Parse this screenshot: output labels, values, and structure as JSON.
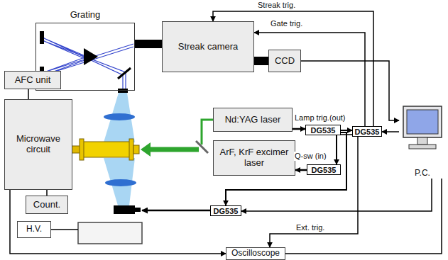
{
  "diagram": {
    "nodes": [
      {
        "text": [
          "Grating"
        ]
      },
      {
        "text": [
          "Streak camera"
        ]
      },
      {
        "text": [
          "CCD"
        ]
      },
      {
        "text": [
          "DG535"
        ]
      },
      {
        "text": [
          "Nd:YAG laser"
        ]
      },
      {
        "text": [
          "DG535"
        ]
      },
      {
        "text": [
          "ArF, KrF excimer laser"
        ]
      },
      {
        "text": [
          "DG535"
        ]
      },
      {
        "text": [
          "DG535"
        ]
      },
      {
        "text": [
          "AFC unit"
        ]
      },
      {
        "text": [
          "Microwave circuit"
        ]
      },
      {
        "text": [
          "Count."
        ]
      },
      {
        "text": [
          "H.V."
        ]
      },
      {
        "text": [
          "Oscilloscope"
        ]
      },
      {
        "text": [
          "P.C."
        ]
      }
    ],
    "edges": [
      {
        "from": 0,
        "to": 1,
        "arrow": "none"
      },
      {
        "from": 1,
        "to": 2,
        "arrow": "none"
      },
      {
        "from": 3,
        "to": 1,
        "label": "Streak trig.",
        "arrow": "to"
      },
      {
        "from": 3,
        "to": 1,
        "label": "Gate trig.",
        "arrow": "to"
      },
      {
        "from": 2,
        "to": 14,
        "arrow": "to"
      },
      {
        "from": 4,
        "to": 5,
        "label": "Lamp trig.(out)",
        "arrow": "to"
      },
      {
        "from": 7,
        "to": 6,
        "label": "Q-sw (in)",
        "arrow": "to"
      },
      {
        "from": 5,
        "to": 3,
        "arrow": "to"
      },
      {
        "from": 5,
        "to": 7,
        "arrow": "to"
      },
      {
        "from": 5,
        "to": 8,
        "arrow": "to"
      },
      {
        "from": 5,
        "to": 13,
        "label": "Ext. trig.",
        "arrow": "to"
      },
      {
        "from": 14,
        "to": 3,
        "arrow": "to"
      },
      {
        "from": 14,
        "to": 13,
        "arrow": "none"
      },
      {
        "from": 14,
        "to": 8,
        "arrow": "to"
      },
      {
        "from": 10,
        "to": 13,
        "arrow": "to"
      },
      {
        "from": 9,
        "to": 10,
        "arrow": "none"
      },
      {
        "from": 11,
        "to": 10,
        "arrow": "none"
      }
    ]
  }
}
